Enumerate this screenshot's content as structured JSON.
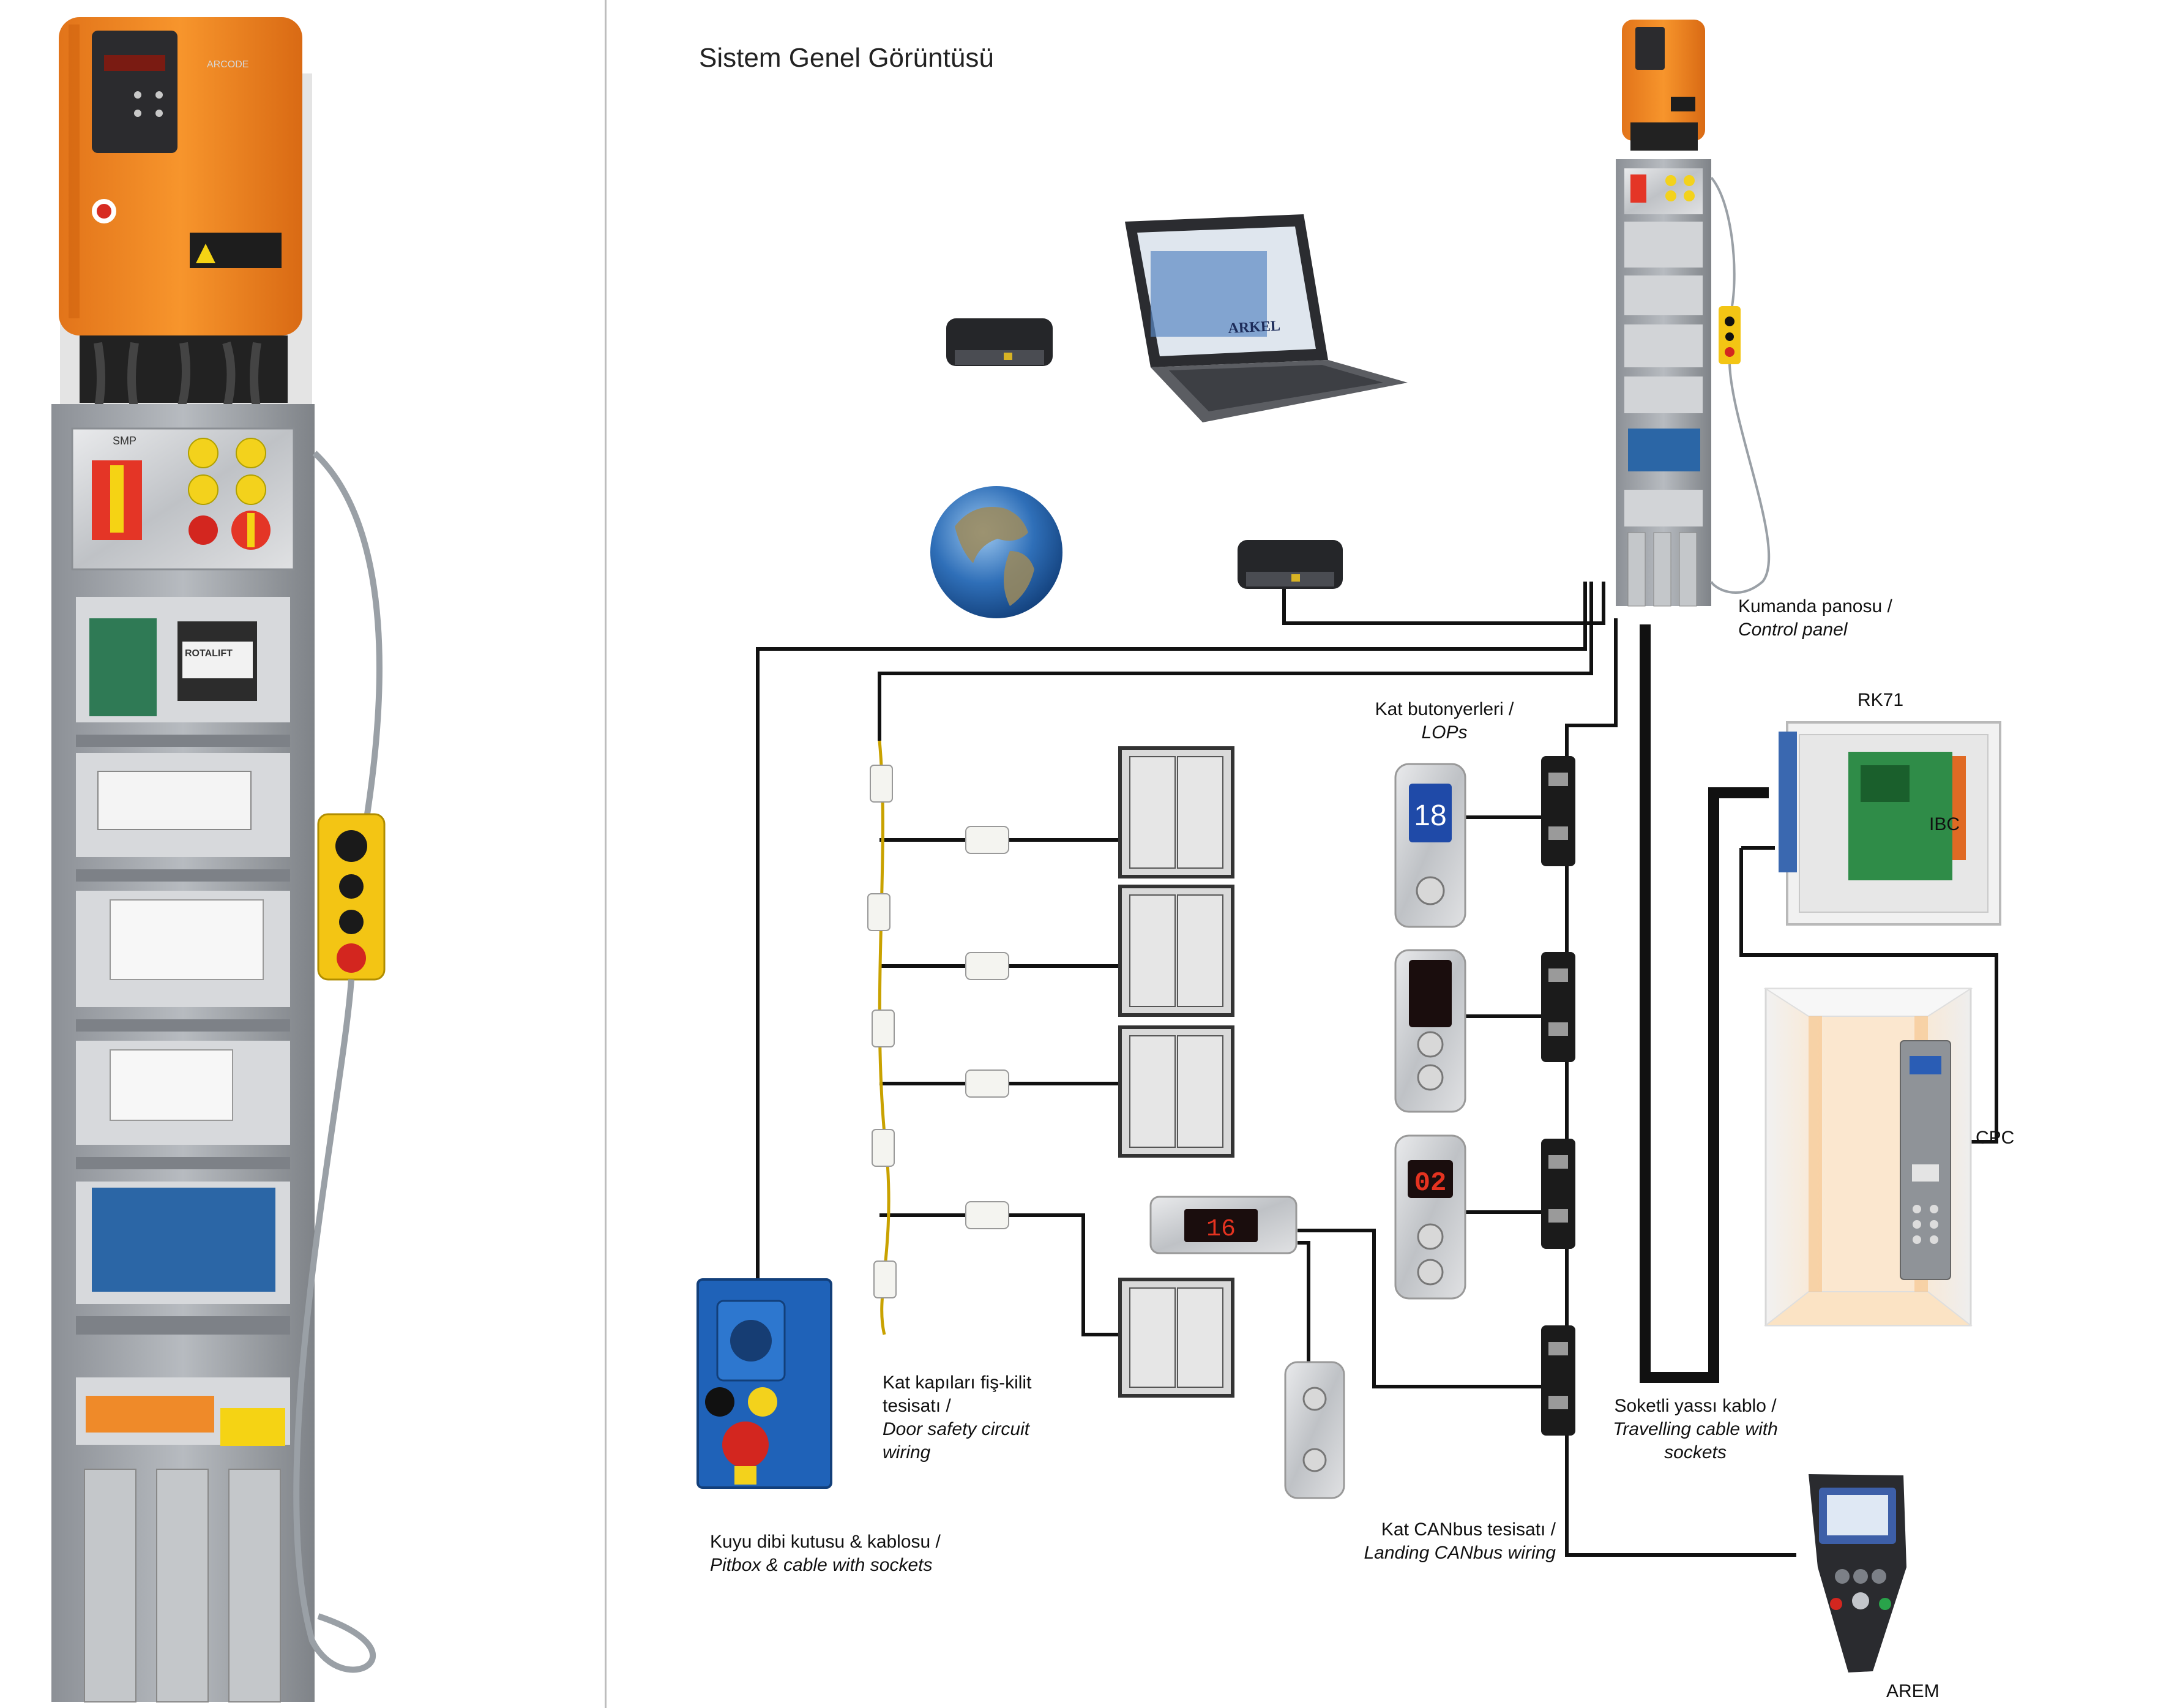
{
  "title": "Sistem Genel Görüntüsü",
  "labels": {
    "control_panel": {
      "tr": "Kumanda panosu /",
      "en": "Control panel"
    },
    "rk71": "RK71",
    "ibc": "IBC",
    "cpc": "CPC",
    "arem": "AREM",
    "lops": {
      "tr": "Kat butonyerleri /",
      "en": "LOPs"
    },
    "door_wiring": {
      "tr1": "Kat kapıları fiş-kilit",
      "tr2": "tesisatı /",
      "en1": "Door safety circuit",
      "en2": "wiring"
    },
    "pitbox": {
      "tr": "Kuyu dibi kutusu & kablosu /",
      "en": "Pitbox & cable with sockets"
    },
    "canbus": {
      "tr": "Kat CANbus tesisatı /",
      "en": "Landing CANbus wiring"
    },
    "travelling": {
      "tr": "Soketli yassı kablo /",
      "en1": "Travelling cable with",
      "en2": "sockets"
    }
  },
  "device_text": {
    "laptop_brand": "ARKEL",
    "drive_model": "ARCODE",
    "smp": "SMP",
    "lop_display_1": "18",
    "lop_display_3": "02",
    "car_indicator": "16",
    "transformer_brand": "ROTALIFT"
  },
  "colors": {
    "drive_orange": "#f08a24",
    "cabinet_gray": "#9fa3a8",
    "wire": "#111111",
    "button_yellow": "#f3d21c",
    "switch_red": "#d3261f",
    "pitbox_blue": "#1f62b8",
    "globe_blue": "#2f6fb8"
  }
}
